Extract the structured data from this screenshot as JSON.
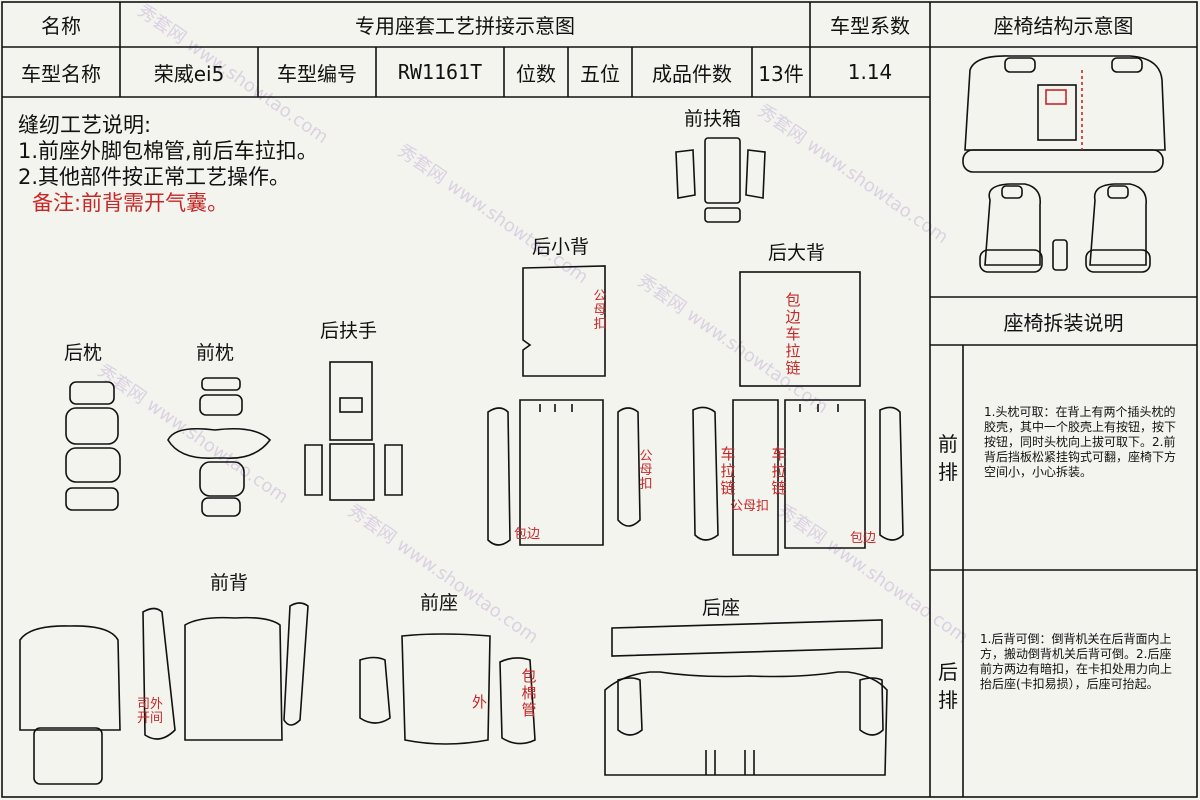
{
  "header": {
    "name_label": "名称",
    "title": "专用座套工艺拼接示意图",
    "coef_label": "车型系数",
    "struct_label": "座椅结构示意图",
    "model_name_label": "车型名称",
    "model_name": "荣威ei5",
    "model_code_label": "车型编号",
    "model_code": "RW1161T",
    "seats_label": "位数",
    "seats": "五位",
    "pieces_label": "成品件数",
    "pieces": "13件",
    "coef_value": "1.14"
  },
  "notes": {
    "title": "缝纫工艺说明:",
    "line1": "1.前座外脚包棉管,前后车拉扣。",
    "line2": "2.其他部件按正常工艺操作。",
    "remark": "备注:前背需开气囊。"
  },
  "parts": {
    "front_armrest_box": "前扶箱",
    "rear_small_back": "后小背",
    "rear_big_back": "后大背",
    "rear_pillow": "后枕",
    "front_pillow": "前枕",
    "rear_armrest": "后扶手",
    "front_back": "前背",
    "front_seat": "前座",
    "rear_seat": "后座"
  },
  "marks": {
    "snap": "公母扣",
    "wrap_zip": "包边车拉链",
    "zip": "车拉链",
    "wrap_edge": "包边",
    "wrap_tube": "包棉管",
    "outer": "外",
    "side_gap": "司外开间"
  },
  "sidebar": {
    "disassembly_title": "座椅拆装说明",
    "front_row_label": "前排",
    "front_text": "1.头枕可取：在背上有两个插头枕的胶壳，其中一个胶壳上有按钮，按下按钮，同时头枕向上拔可取下。2.前背后挡板松紧挂钩式可翻，座椅下方空间小，小心拆装。",
    "rear_row_label": "后排",
    "rear_text": "1.后背可倒：倒背机关在后背面内上方，搬动倒背机关后背可倒。2.后座前方两边有暗扣，在卡扣处用力向上抬后座(卡扣易损），后座可抬起。"
  },
  "watermark": {
    "brand_cn": "秀套网",
    "brand_url": "www.showtao.com"
  },
  "colors": {
    "line": "#111111",
    "red": "#c62828",
    "background": "#f4f4ee"
  }
}
